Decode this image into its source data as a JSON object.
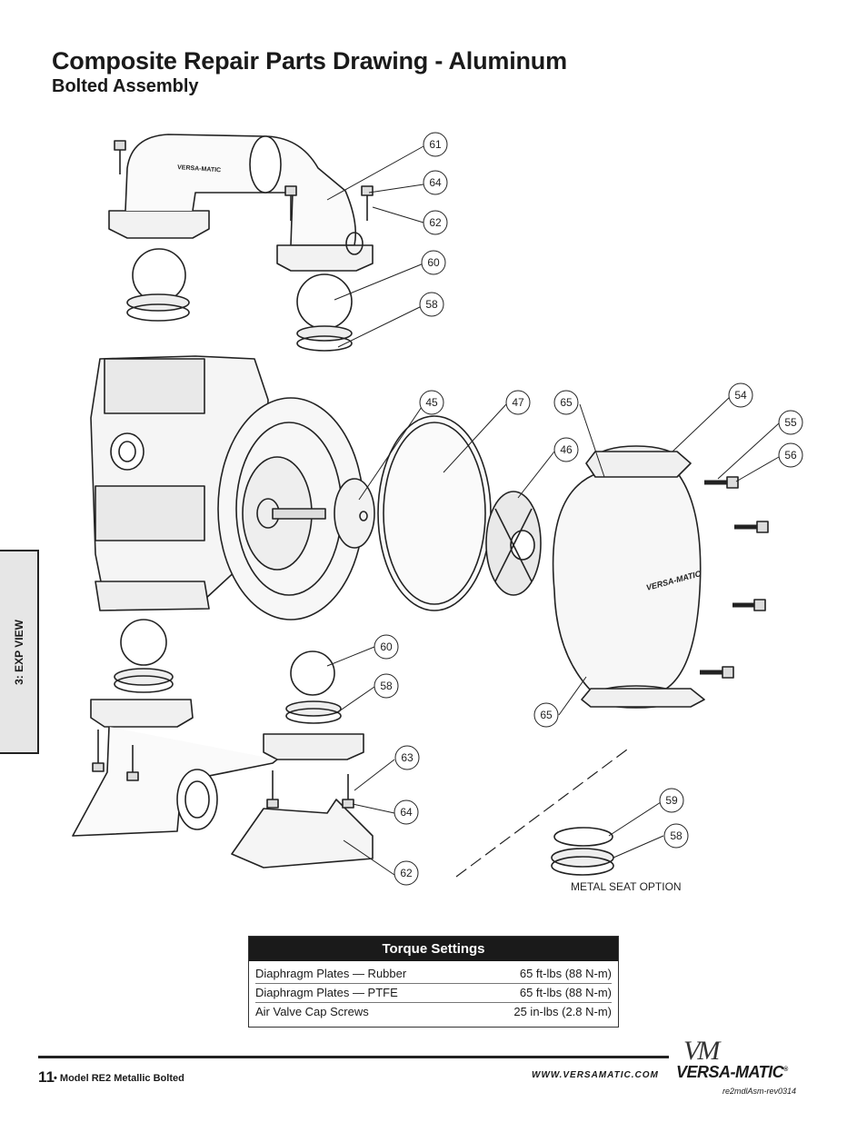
{
  "title": "Composite Repair Parts Drawing - Aluminum",
  "subtitle": "Bolted Assembly",
  "side_tab": "3: EXP VIEW",
  "diagram": {
    "metal_seat_option": "METAL SEAT OPTION",
    "housing_logo_text": "VERSA-MATIC",
    "callouts": [
      {
        "id": "c61",
        "label": "61"
      },
      {
        "id": "c64a",
        "label": "64"
      },
      {
        "id": "c62a",
        "label": "62"
      },
      {
        "id": "c60a",
        "label": "60"
      },
      {
        "id": "c58a",
        "label": "58"
      },
      {
        "id": "c45",
        "label": "45"
      },
      {
        "id": "c47",
        "label": "47"
      },
      {
        "id": "c65a",
        "label": "65"
      },
      {
        "id": "c46",
        "label": "46"
      },
      {
        "id": "c54",
        "label": "54"
      },
      {
        "id": "c55",
        "label": "55"
      },
      {
        "id": "c56",
        "label": "56"
      },
      {
        "id": "c60b",
        "label": "60"
      },
      {
        "id": "c58b",
        "label": "58"
      },
      {
        "id": "c65b",
        "label": "65"
      },
      {
        "id": "c63",
        "label": "63"
      },
      {
        "id": "c64b",
        "label": "64"
      },
      {
        "id": "c62b",
        "label": "62"
      },
      {
        "id": "c59",
        "label": "59"
      },
      {
        "id": "c58c",
        "label": "58"
      }
    ]
  },
  "torque_settings": {
    "heading": "Torque Settings",
    "rows": [
      {
        "item": "Diaphragm Plates — Rubber",
        "value": "65 ft-lbs (88 N-m)"
      },
      {
        "item": "Diaphragm Plates — PTFE",
        "value": "65 ft-lbs (88 N-m)"
      },
      {
        "item": "Air Valve Cap Screws",
        "value": "25 in-lbs (2.8 N-m)"
      }
    ]
  },
  "footer": {
    "page_number": "11",
    "model": "• Model RE2 Metallic Bolted",
    "url": "WWW.VERSAMATIC.COM",
    "logo_mark": "VM",
    "brand": "VERSA-MATIC",
    "registered": "®",
    "doc_code": "re2mdlAsm-rev0314"
  }
}
